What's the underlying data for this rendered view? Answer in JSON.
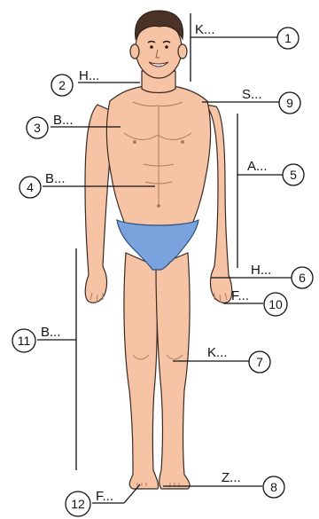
{
  "labels": [
    {
      "num": "1",
      "text": "K..."
    },
    {
      "num": "2",
      "text": "H..."
    },
    {
      "num": "3",
      "text": "B..."
    },
    {
      "num": "4",
      "text": "B..."
    },
    {
      "num": "5",
      "text": "A..."
    },
    {
      "num": "6",
      "text": "H..."
    },
    {
      "num": "7",
      "text": "K..."
    },
    {
      "num": "8",
      "text": "Z..."
    },
    {
      "num": "9",
      "text": "S..."
    },
    {
      "num": "10",
      "text": "F..."
    },
    {
      "num": "11",
      "text": "B..."
    },
    {
      "num": "12",
      "text": "F..."
    }
  ]
}
